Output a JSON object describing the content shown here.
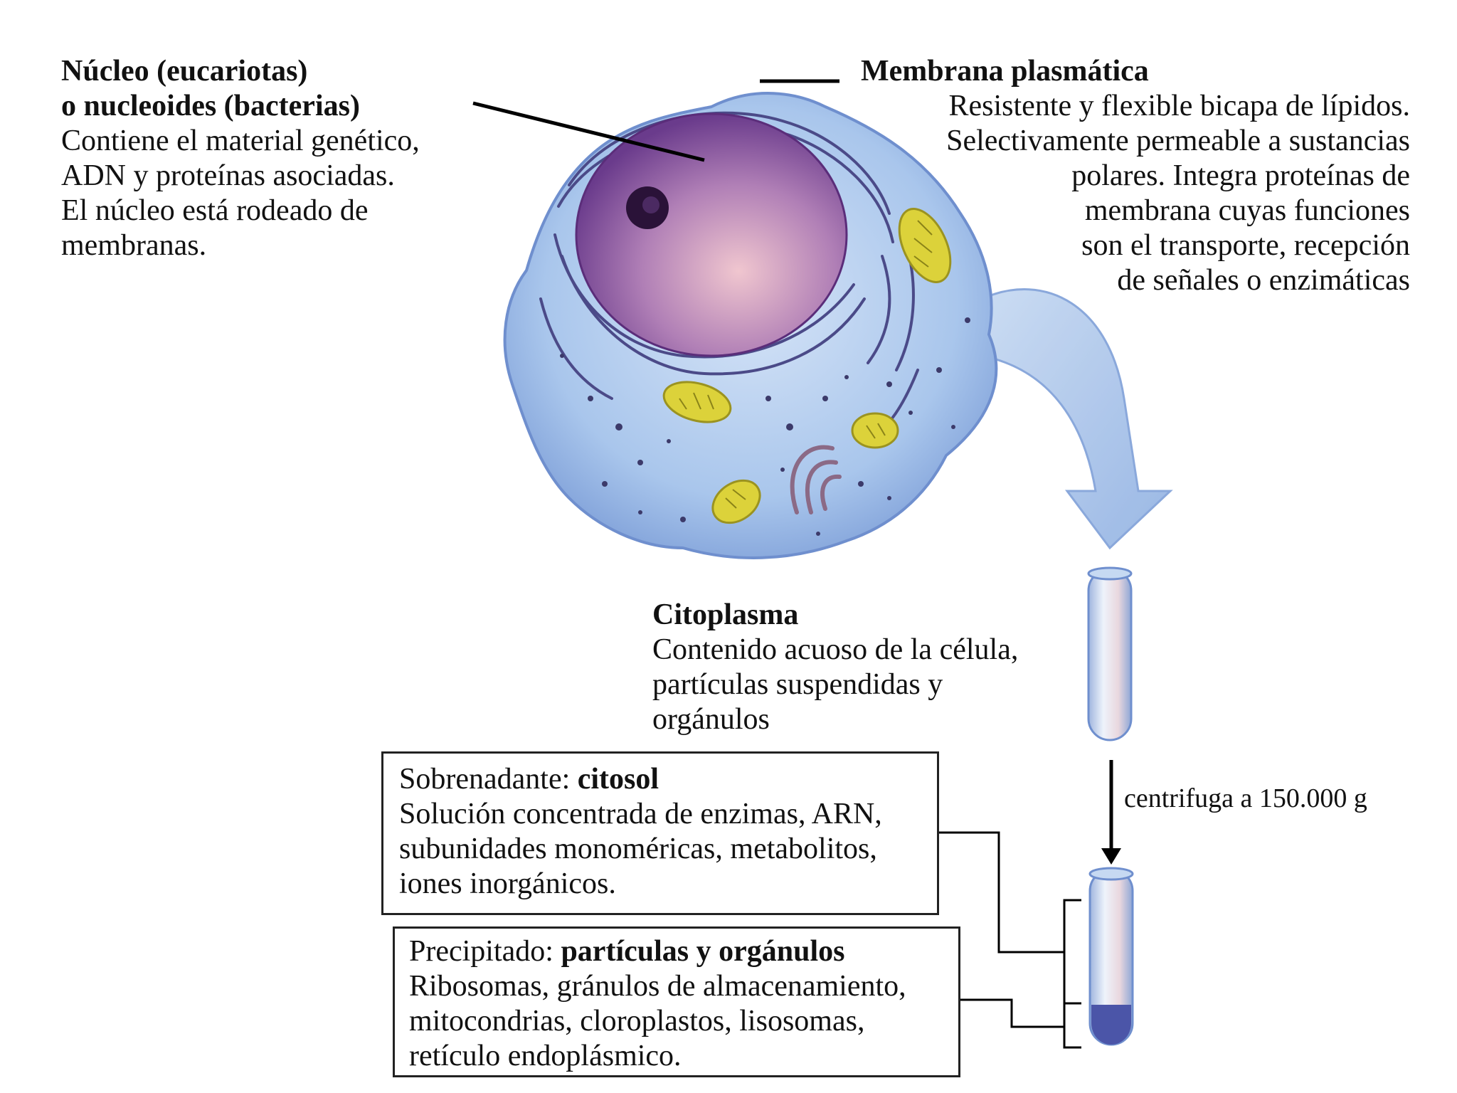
{
  "nucleus": {
    "title_line1": "Núcleo (eucariotas)",
    "title_line2": "o nucleoides (bacterias)",
    "desc": [
      "Contiene el material genético,",
      "ADN y proteínas asociadas.",
      "El núcleo está rodeado de",
      "membranas."
    ]
  },
  "membrane": {
    "title": "Membrana plasmática",
    "desc": [
      "Resistente y flexible bicapa de lípidos.",
      "Selectivamente permeable a sustancias",
      "polares.  Integra proteínas de",
      "membrana cuyas funciones",
      "son el transporte, recepción",
      "de señales o enzimáticas"
    ]
  },
  "cytoplasm": {
    "title": "Citoplasma",
    "desc": [
      "Contenido acuoso de la célula,",
      "partículas suspendidas y",
      "orgánulos"
    ]
  },
  "supernatant": {
    "prefix": "Sobrenadante: ",
    "bold": "citosol",
    "desc": [
      "Solución concentrada de enzimas, ARN,",
      "subunidades monoméricas, metabolitos,",
      "iones inorgánicos."
    ]
  },
  "precipitate": {
    "prefix": "Precipitado: ",
    "bold": "partículas y orgánulos",
    "desc": [
      "Ribosomas, gránulos de almacenamiento,",
      "mitocondrias, cloroplastos, lisosomas,",
      "retículo endoplásmico."
    ]
  },
  "centrifuge_label": "centrifuga a 150.000 g",
  "colors": {
    "cell_fill": "#a9c6ec",
    "cell_edge": "#6f8fce",
    "nucleus_fill": "#8c5aa6",
    "nucleolus": "#2a1238",
    "mitochondria": "#dcd23a",
    "er_lines": "#4b4a88",
    "arrow": "#9bbbe6",
    "tube": "#dbe6f6",
    "pellet": "#4b55a8"
  }
}
